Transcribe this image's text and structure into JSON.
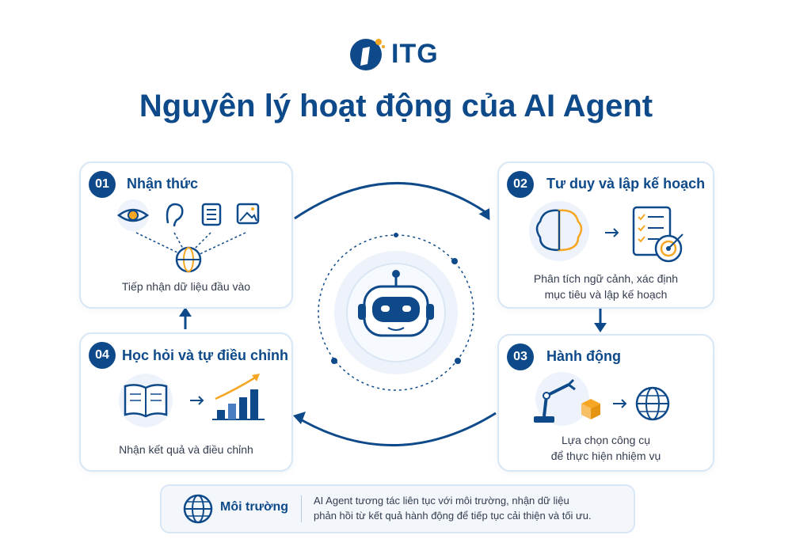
{
  "brand": {
    "name": "ITG"
  },
  "title": "Nguyên lý hoạt động của AI Agent",
  "steps": [
    {
      "number": "01",
      "title": "Nhận thức",
      "description": "Tiếp nhận dữ liệu đầu vào",
      "icons": [
        "eye-icon",
        "ear-icon",
        "document-icon",
        "image-icon",
        "globe-icon"
      ]
    },
    {
      "number": "02",
      "title": "Tư duy và lập kế hoạch",
      "description_line1": "Phân tích ngữ cảnh, xác định",
      "description_line2": "mục tiêu và lập kế hoạch",
      "icons": [
        "brain-icon",
        "checklist-icon",
        "target-icon"
      ]
    },
    {
      "number": "03",
      "title": "Hành động",
      "description_line1": "Lựa chọn công cụ",
      "description_line2": "để thực hiện nhiệm vụ",
      "icons": [
        "robot-arm-icon",
        "box-icon",
        "globe-icon"
      ]
    },
    {
      "number": "04",
      "title": "Học hỏi và tự điều chỉnh",
      "description": "Nhận kết quả và điều chỉnh",
      "icons": [
        "book-icon",
        "bar-chart-icon"
      ]
    }
  ],
  "environment": {
    "label": "Môi trường",
    "text_line1": "AI Agent tương tác liên tục với môi trường, nhận dữ liệu",
    "text_line2": "phản hồi từ kết quả hành động để tiếp tục cải thiện và tối ưu."
  },
  "colors": {
    "primary": "#0e4a8a",
    "accent": "#f5a623",
    "card_border": "#d9e6f5"
  }
}
